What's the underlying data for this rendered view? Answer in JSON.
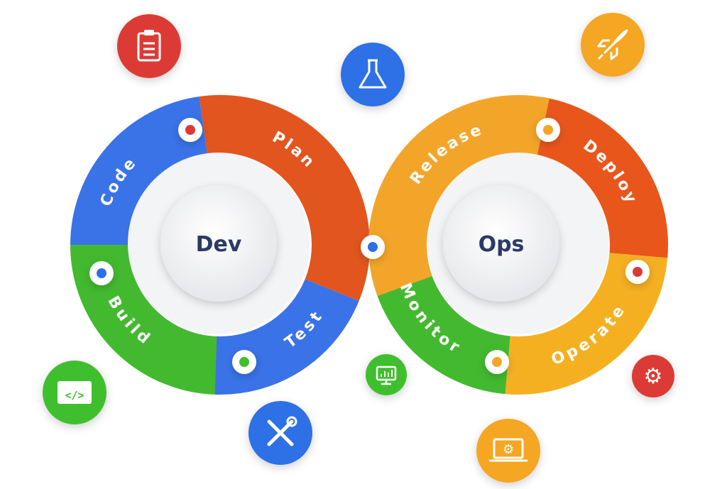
{
  "title": "DevOps infinity loop",
  "centers": {
    "dev": "Dev",
    "ops": "Ops"
  },
  "segments": {
    "code": {
      "label": "Code",
      "color": "#3a72e8"
    },
    "plan": {
      "label": "Plan",
      "color": "#e2551e"
    },
    "build": {
      "label": "Build",
      "color": "#43b92f"
    },
    "test": {
      "label": "Test",
      "color": "#3a72e8"
    },
    "release": {
      "label": "Release",
      "color": "#f3a52a"
    },
    "deploy": {
      "label": "Deploy",
      "color": "#e9561c"
    },
    "monitor": {
      "label": "Monitor",
      "color": "#43b92f"
    },
    "operate": {
      "label": "Operate",
      "color": "#f5b022"
    }
  },
  "icons": {
    "clipboard": {
      "name": "clipboard-icon",
      "color": "#dc3a35"
    },
    "flask": {
      "name": "flask-icon",
      "color": "#2f6fe6"
    },
    "rocket": {
      "name": "rocket-icon",
      "color": "#f5a623"
    },
    "code": {
      "name": "code-window-icon",
      "color": "#3fbf2d"
    },
    "monitor": {
      "name": "monitor-chart-icon",
      "color": "#3fbf2d"
    },
    "tools": {
      "name": "tools-icon",
      "color": "#2f6fe6"
    },
    "laptop": {
      "name": "laptop-gear-icon",
      "color": "#f5a623"
    },
    "gear": {
      "name": "gear-icon",
      "color": "#dc3a35"
    }
  }
}
